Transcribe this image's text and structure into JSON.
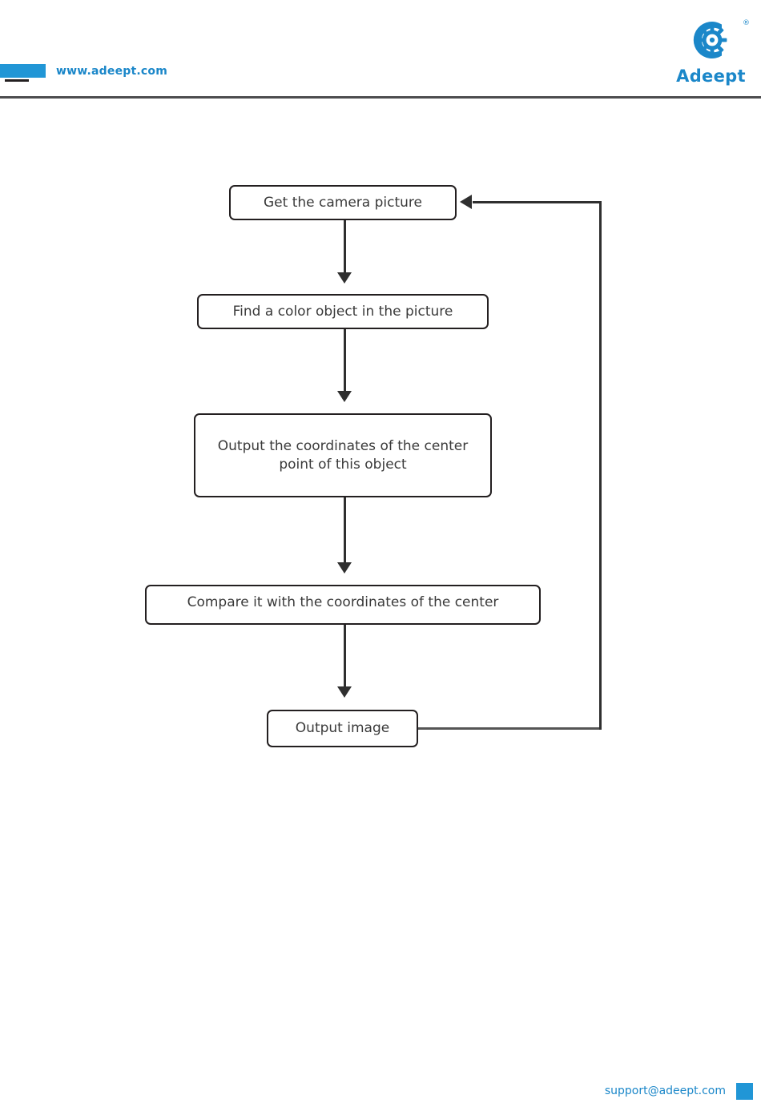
{
  "header": {
    "website": "www.adeept.com",
    "brand": "Adeept",
    "registered_mark": "®",
    "logo_icon": "adeept-gear-logo",
    "accent_color": "#2196d6",
    "link_color": "#1b87c9",
    "rule_color": "#4d4d4f"
  },
  "flowchart": {
    "type": "flowchart",
    "orientation": "vertical",
    "nodes": [
      {
        "id": "get-camera",
        "label": "Get the camera picture"
      },
      {
        "id": "find-object",
        "label": "Find a color object in the picture"
      },
      {
        "id": "output-coord",
        "label": "Output the coordinates of the center point of this object"
      },
      {
        "id": "compare",
        "label": "Compare it with the coordinates of the center"
      },
      {
        "id": "output-image",
        "label": "Output image"
      }
    ],
    "edges": [
      {
        "from": "get-camera",
        "to": "find-object",
        "style": "arrow-down"
      },
      {
        "from": "find-object",
        "to": "output-coord",
        "style": "arrow-down"
      },
      {
        "from": "output-coord",
        "to": "compare",
        "style": "arrow-down"
      },
      {
        "from": "compare",
        "to": "output-image",
        "style": "arrow-down"
      },
      {
        "from": "output-image",
        "to": "get-camera",
        "style": "feedback-loop-right"
      }
    ],
    "line_color": "#2f2f2f",
    "text_color": "#3a3a3a"
  },
  "footer": {
    "email": "support@adeept.com",
    "square_color": "#2196d6"
  }
}
